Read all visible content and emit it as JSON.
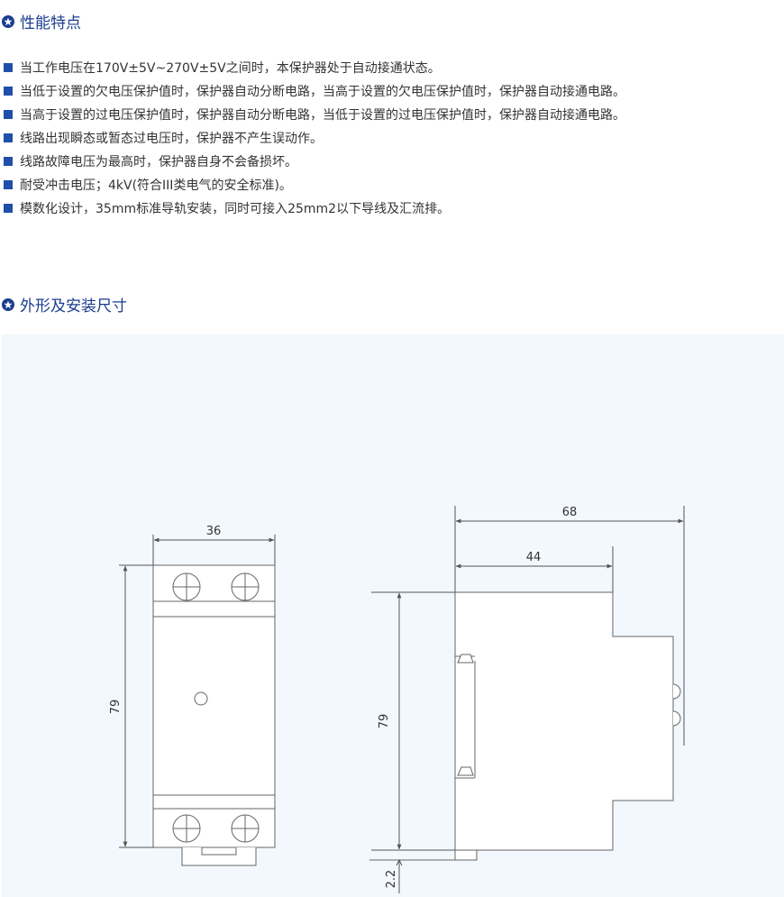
{
  "features": {
    "heading": "性能特点",
    "items": [
      "当工作电压在170V±5V~270V±5V之间时，本保护器处于自动接通状态。",
      "当低于设置的欠电压保护值时，保护器自动分断电路，当高于设置的欠电压保护值时，保护器自动接通电路。",
      "当高于设置的过电压保护值时，保护器自动分断电路，当低于设置的过电压保护值时，保护器自动接通电路。",
      "线路出现瞬态或暂态过电压时，保护器不产生误动作。",
      "线路故障电压为最高时，保护器自身不会备损坏。",
      "耐受冲击电压；4kV(符合III类电气的安全标准)。",
      "模数化设计，35mm标准导轨安装，同时可接入25mm2以下导线及汇流排。"
    ]
  },
  "dimensions": {
    "heading": "外形及安装尺寸",
    "front_width": "36",
    "front_height": "79",
    "side_total_width": "68",
    "side_body_width": "44",
    "side_height": "79",
    "rail_offset": "2.2"
  },
  "colors": {
    "heading": "#1a3d8f",
    "bullet": "#1f4fa8",
    "panel": "#f2f8fd",
    "line": "#555555"
  }
}
